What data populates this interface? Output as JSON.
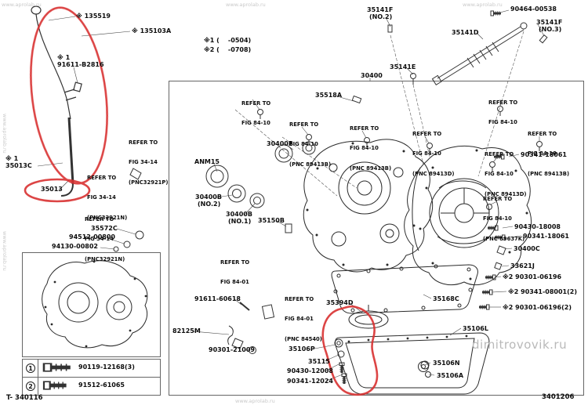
{
  "page": {
    "doc_number_left": "T- 340116",
    "doc_number_right": "3401206"
  },
  "watermark": {
    "site": "www.aprolab.ru",
    "site_large": "dimitrovovik.ru"
  },
  "variant_legend": {
    "row1": "※1 (    -0504)",
    "row2": "※2 (    -0708)"
  },
  "annotations": {
    "color": "#d93030"
  },
  "labels": [
    {
      "text": "※ 135519"
    },
    {
      "text": "※ 135103A"
    },
    {
      "text": "※ 1"
    },
    {
      "text": "91611-B2816"
    },
    {
      "text": "※ 1"
    },
    {
      "text": "35013C"
    },
    {
      "text": "35013"
    },
    {
      "text": "35572C"
    },
    {
      "text": "94512-00800"
    },
    {
      "text": "94130-00802"
    },
    {
      "text": "35141F"
    },
    {
      "text": "(NO.2)"
    },
    {
      "text": "90464-00538"
    },
    {
      "text": "35141D"
    },
    {
      "text": "35141F"
    },
    {
      "text": "(NO.3)"
    },
    {
      "text": "35141E"
    },
    {
      "text": "30400"
    },
    {
      "text": "35518A"
    },
    {
      "text": "30400B"
    },
    {
      "text": "ANM15"
    },
    {
      "text": "30400B"
    },
    {
      "text": "(NO.2)"
    },
    {
      "text": "30400B"
    },
    {
      "text": "(NO.1)"
    },
    {
      "text": "35150B"
    },
    {
      "text": "90341-18061"
    },
    {
      "text": "90430-18008"
    },
    {
      "text": "90341-18061"
    },
    {
      "text": "30400C"
    },
    {
      "text": "33621J"
    },
    {
      "text": "※2 90301-06196"
    },
    {
      "text": "※2 90341-08001(2)"
    },
    {
      "text": "※2 90301-06196(2)"
    },
    {
      "text": "35168C"
    },
    {
      "text": "35394D"
    },
    {
      "text": "91611-60618"
    },
    {
      "text": "82125M"
    },
    {
      "text": "90301-21009"
    },
    {
      "text": "35106P"
    },
    {
      "text": "35115"
    },
    {
      "text": "90430-12008"
    },
    {
      "text": "90341-12024"
    },
    {
      "text": "35106L"
    },
    {
      "text": "35106N"
    },
    {
      "text": "35106A"
    }
  ],
  "refs": [
    {
      "l1": "REFER TO",
      "l2": "FIG 34-14",
      "l3": "(PNC32921P)"
    },
    {
      "l1": "REFER TO",
      "l2": "FIG 34-14",
      "l3": "(PNC32921N)"
    },
    {
      "l1": "REFER TO",
      "l2": "FIG 34-14",
      "l3": "(PNC32921N)"
    },
    {
      "l1": "REFER TO",
      "l2": "FIG 84-10",
      "l3": ""
    },
    {
      "l1": "REFER TO",
      "l2": "FIG 84-10",
      "l3": "(PNC 89413B)"
    },
    {
      "l1": "REFER TO",
      "l2": "FIG 84-10",
      "l3": "(PNC 89413B)"
    },
    {
      "l1": "REFER TO",
      "l2": "FIG 84-10",
      "l3": "(PNC 89413D)"
    },
    {
      "l1": "REFER TO",
      "l2": "FIG 84-10",
      "l3": ""
    },
    {
      "l1": "REFER TO",
      "l2": "FIG 84-10",
      "l3": "(PNC 89413B)"
    },
    {
      "l1": "REFER TO",
      "l2": "FIG 84-10",
      "l3": "(PNC 89413D)"
    },
    {
      "l1": "REFER TO",
      "l2": "FIG 84-10",
      "l3": "(PNC 89637K)"
    },
    {
      "l1": "REFER TO",
      "l2": "FIG 84-01",
      "l3": ""
    },
    {
      "l1": "REFER TO",
      "l2": "FIG 84-01",
      "l3": "(PNC 84540)"
    }
  ],
  "bolt_legend": {
    "rows": [
      {
        "num": "1",
        "part": "90119-12168(3)"
      },
      {
        "num": "2",
        "part": "91512-61065"
      }
    ]
  }
}
